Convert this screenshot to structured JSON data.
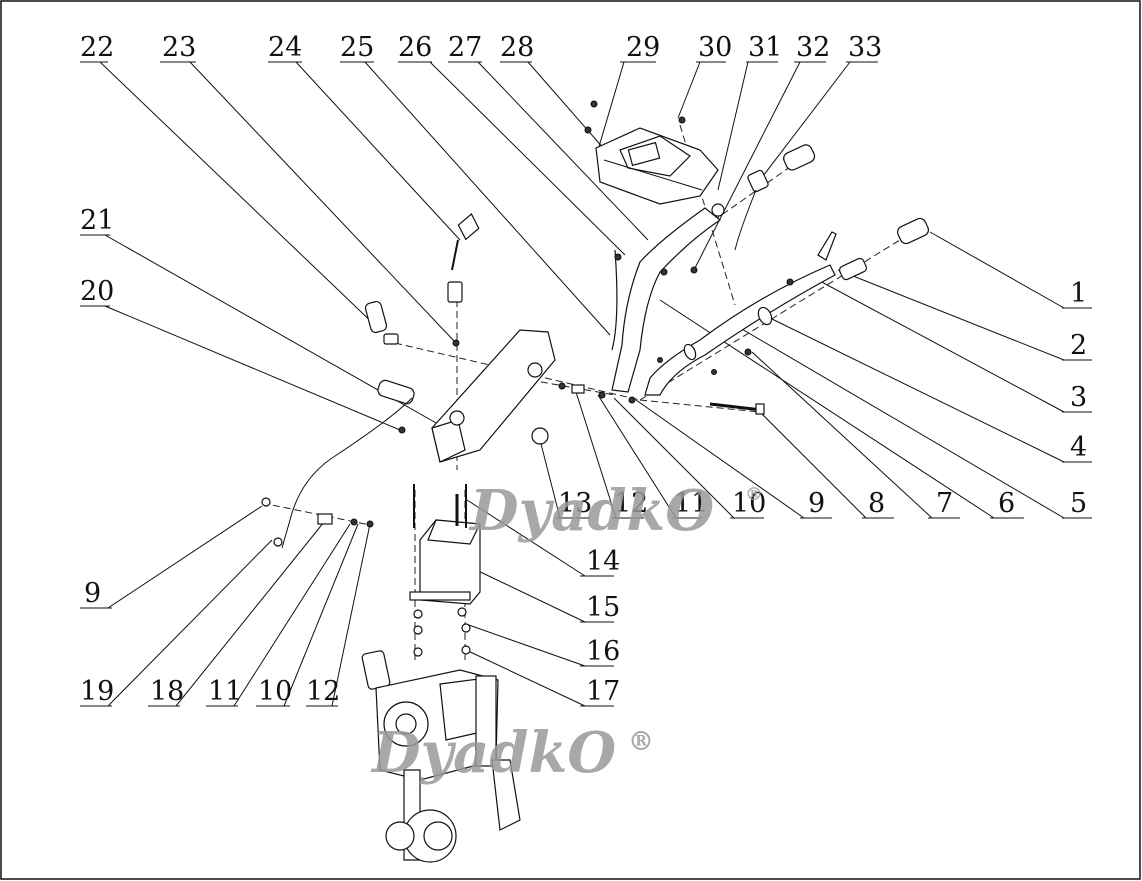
{
  "watermark": "DyadkO",
  "watermark_mark": "®",
  "labels": [
    {
      "id": "22",
      "text": "22"
    },
    {
      "id": "23",
      "text": "23"
    },
    {
      "id": "24",
      "text": "24"
    },
    {
      "id": "25",
      "text": "25"
    },
    {
      "id": "26",
      "text": "26"
    },
    {
      "id": "27",
      "text": "27"
    },
    {
      "id": "28",
      "text": "28"
    },
    {
      "id": "29",
      "text": "29"
    },
    {
      "id": "30",
      "text": "30"
    },
    {
      "id": "31",
      "text": "31"
    },
    {
      "id": "32",
      "text": "32"
    },
    {
      "id": "33",
      "text": "33"
    },
    {
      "id": "21",
      "text": "21"
    },
    {
      "id": "20",
      "text": "20"
    },
    {
      "id": "1",
      "text": "1"
    },
    {
      "id": "2",
      "text": "2"
    },
    {
      "id": "3",
      "text": "3"
    },
    {
      "id": "4",
      "text": "4"
    },
    {
      "id": "5",
      "text": "5"
    },
    {
      "id": "6",
      "text": "6"
    },
    {
      "id": "7",
      "text": "7"
    },
    {
      "id": "8",
      "text": "8"
    },
    {
      "id": "9a",
      "text": "9"
    },
    {
      "id": "10a",
      "text": "10"
    },
    {
      "id": "11a",
      "text": "11"
    },
    {
      "id": "12a",
      "text": "12"
    },
    {
      "id": "13",
      "text": "13"
    },
    {
      "id": "14",
      "text": "14"
    },
    {
      "id": "15",
      "text": "15"
    },
    {
      "id": "16",
      "text": "16"
    },
    {
      "id": "17",
      "text": "17"
    },
    {
      "id": "9b",
      "text": "9"
    },
    {
      "id": "19",
      "text": "19"
    },
    {
      "id": "18",
      "text": "18"
    },
    {
      "id": "11b",
      "text": "11"
    },
    {
      "id": "10b",
      "text": "10"
    },
    {
      "id": "12b",
      "text": "12"
    }
  ]
}
